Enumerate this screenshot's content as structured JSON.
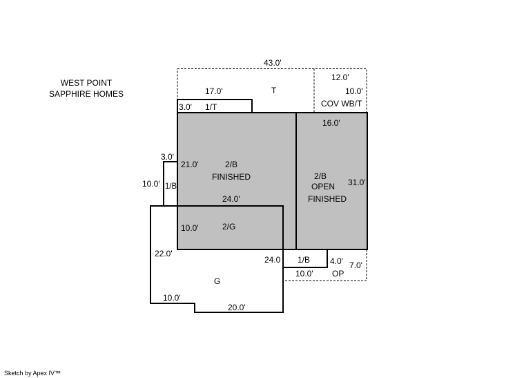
{
  "company": {
    "line1": "WEST POINT",
    "line2": "SAPPHIRE HOMES"
  },
  "footer": "Sketch by Apex IV™",
  "colors": {
    "finished_fill": "#c0c0c0",
    "line": "#000000"
  },
  "labels": {
    "overall_width": "43.0'",
    "t_area": "T",
    "t_17": "17.0'",
    "t_3": "3.0'",
    "t_1t": "1/T",
    "cov_12": "12.0'",
    "cov_10": "10.0'",
    "cov_name": "COV WB/T",
    "open_16": "16.0'",
    "main_21": "21.0'",
    "main_name1": "2/B",
    "main_name2": "FINISHED",
    "left_3": "3.0'",
    "left_10": "10.0'",
    "left_1b": "1/B",
    "open_name1": "2/B",
    "open_name2": "OPEN",
    "open_name3": "FINISHED",
    "open_31": "31.0'",
    "main_24": "24.0'",
    "g2_10": "10.0'",
    "g2_name": "2/G",
    "g_22": "22.0'",
    "g_24": "24.0",
    "b1_name": "1/B",
    "b1_10": "10.0'",
    "op_4": "4.0'",
    "op_7": "7.0'",
    "op_name": "OP",
    "g_name": "G",
    "g_10": "10.0'",
    "g_20": "20.0'"
  }
}
